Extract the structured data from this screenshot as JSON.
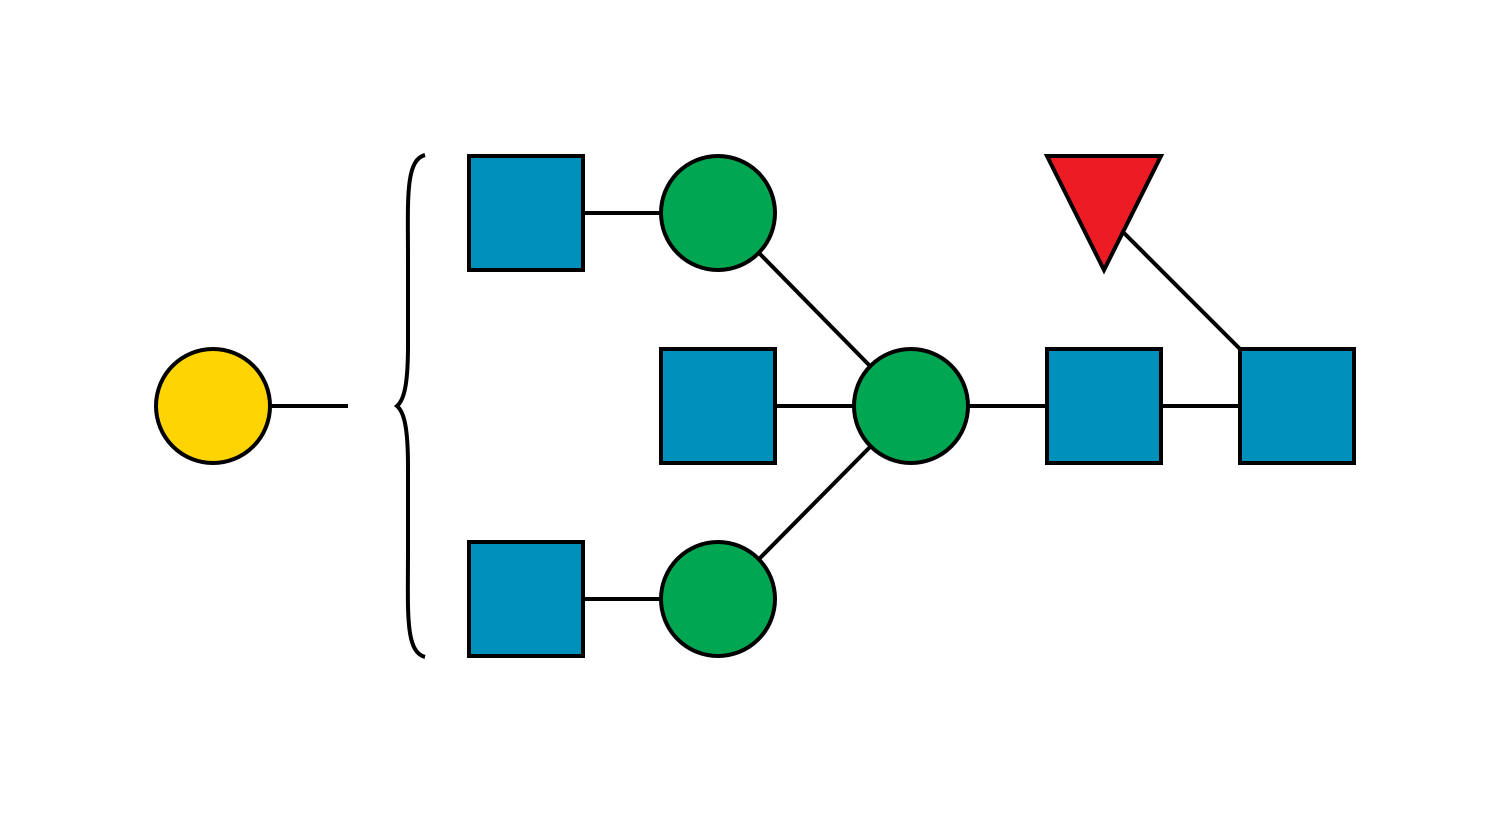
{
  "diagram": {
    "kind": "glycan-symbol-nomenclature",
    "colors": {
      "background": "#ffffff",
      "stroke": "#000000",
      "galactose": "#FFD400",
      "mannose": "#00A651",
      "glcnac": "#0090BC",
      "fucose": "#ED1C24"
    },
    "nodes": [
      {
        "id": "gal",
        "shape": "circle",
        "residue": "galactose",
        "icon": "yellow-circle-icon"
      },
      {
        "id": "glcnac-top",
        "shape": "square",
        "residue": "glcnac",
        "icon": "blue-square-icon"
      },
      {
        "id": "man-top",
        "shape": "circle",
        "residue": "mannose",
        "icon": "green-circle-icon"
      },
      {
        "id": "glcnac-bisect",
        "shape": "square",
        "residue": "glcnac",
        "icon": "blue-square-icon"
      },
      {
        "id": "man-core",
        "shape": "circle",
        "residue": "mannose",
        "icon": "green-circle-icon"
      },
      {
        "id": "glcnac-bottom",
        "shape": "square",
        "residue": "glcnac",
        "icon": "blue-square-icon"
      },
      {
        "id": "man-bottom",
        "shape": "circle",
        "residue": "mannose",
        "icon": "green-circle-icon"
      },
      {
        "id": "glcnac-core-1",
        "shape": "square",
        "residue": "glcnac",
        "icon": "blue-square-icon"
      },
      {
        "id": "glcnac-core-2",
        "shape": "square",
        "residue": "glcnac",
        "icon": "blue-square-icon"
      },
      {
        "id": "fuc",
        "shape": "triangle",
        "residue": "fucose",
        "icon": "red-triangle-icon"
      }
    ],
    "edges": [
      [
        "glcnac-top",
        "man-top"
      ],
      [
        "man-top",
        "man-core"
      ],
      [
        "glcnac-bisect",
        "man-core"
      ],
      [
        "glcnac-bottom",
        "man-bottom"
      ],
      [
        "man-bottom",
        "man-core"
      ],
      [
        "man-core",
        "glcnac-core-1"
      ],
      [
        "glcnac-core-1",
        "glcnac-core-2"
      ],
      [
        "fuc",
        "glcnac-core-2"
      ]
    ],
    "ambiguous_attachment": {
      "from": "gal",
      "bracket": "left-curly-brace"
    }
  }
}
